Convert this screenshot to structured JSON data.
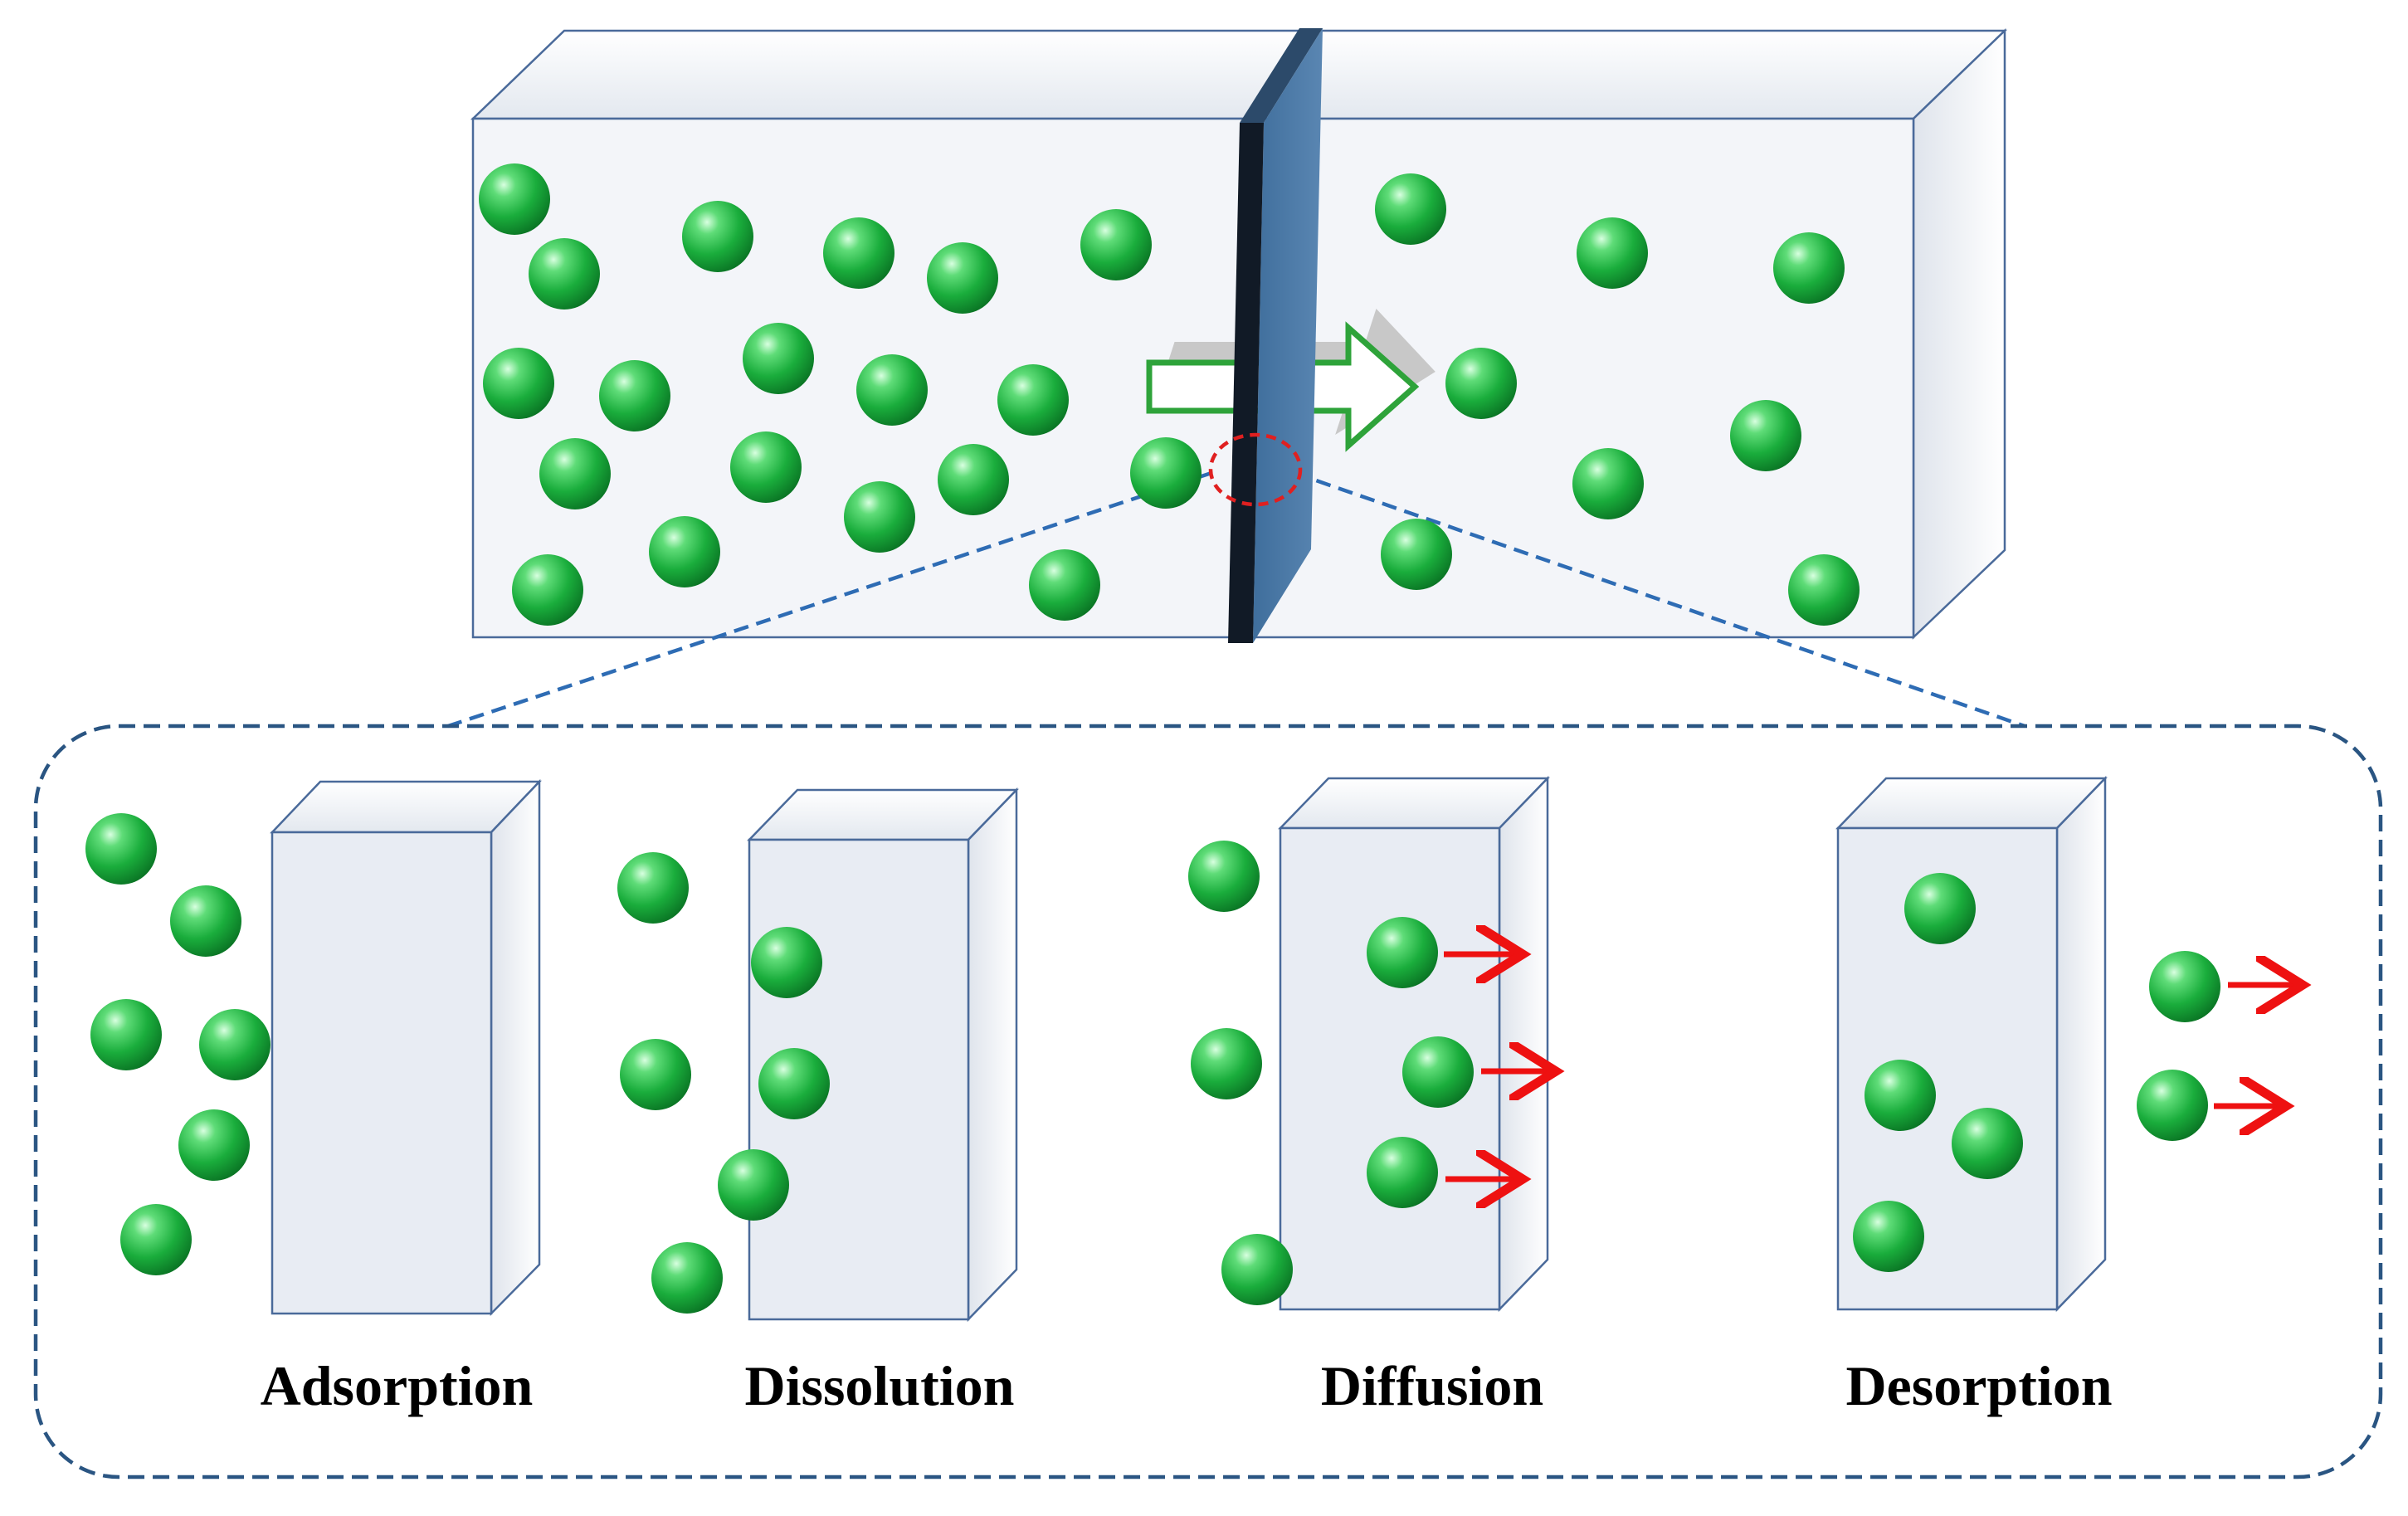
{
  "colors": {
    "background": "#ffffff",
    "box_face": "#f3f5f9",
    "box_edge": "#4a6a9a",
    "membrane_front": "#111a26",
    "membrane_face": "#4a78a6",
    "membrane_top": "#2c4a6a",
    "molecule": "#1aad3c",
    "zoom_line": "#2e6cb4",
    "focus_circle": "#e02020",
    "flux_arrow_outline": "#2ea33a",
    "flux_arrow_shadow": "#c8c8c8",
    "motion_arrow": "#ee1111",
    "label_text": "#000000"
  },
  "icons": {
    "molecule": "molecule-sphere-icon",
    "flux": "flux-arrow-icon",
    "motion": "motion-arrow-icon"
  },
  "stages": [
    {
      "id": "adsorption",
      "label": "Adsorption"
    },
    {
      "id": "dissolution",
      "label": "Dissolution"
    },
    {
      "id": "diffusion",
      "label": "Diffusion"
    },
    {
      "id": "desorption",
      "label": "Desorption"
    }
  ]
}
